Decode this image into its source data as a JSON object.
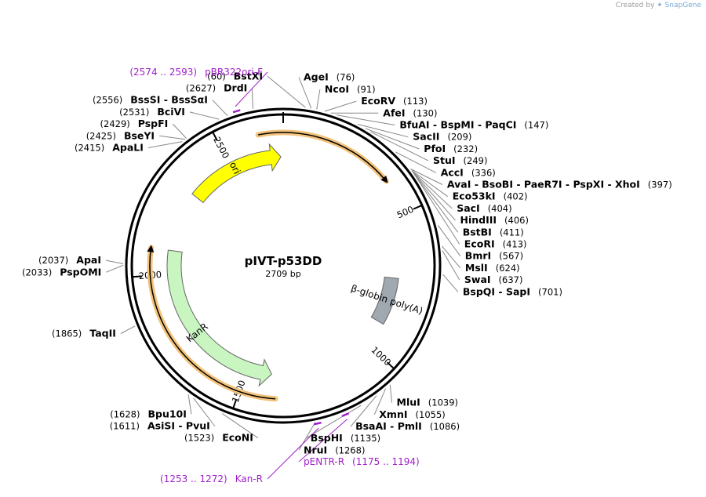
{
  "plasmid": {
    "name": "pIVT-p53DD",
    "size_label": "2709 bp",
    "length": 2709
  },
  "credit": {
    "prefix": "Created by",
    "brand": "SnapGene"
  },
  "ticks": [
    {
      "bp": 500,
      "label": "500"
    },
    {
      "bp": 1000,
      "label": "1000"
    },
    {
      "bp": 1500,
      "label": "1500"
    },
    {
      "bp": 2000,
      "label": "2000"
    },
    {
      "bp": 2500,
      "label": "2500"
    }
  ],
  "features": [
    {
      "name": "ori",
      "start": 2320,
      "end": 2700,
      "direction": "forward",
      "color": "#ffff00"
    },
    {
      "name": "β-globin poly(A)",
      "start": 725,
      "end": 905,
      "direction": "none",
      "color": "#a0a8b0"
    },
    {
      "name": "KanR",
      "start": 1400,
      "end": 2090,
      "direction": "reverse",
      "color": "#c8f5c0"
    }
  ],
  "orfs": [
    {
      "start": 2628,
      "end": 380
    },
    {
      "start": 1380,
      "end": 2090
    }
  ],
  "sites": {
    "right": [
      {
        "bp": 76,
        "text": "AgeI",
        "pos": "(76)"
      },
      {
        "bp": 91,
        "text": "NcoI",
        "pos": "(91)"
      },
      {
        "bp": 113,
        "text": "EcoRV",
        "pos": "(113)"
      },
      {
        "bp": 130,
        "text": "AfeI",
        "pos": "(130)"
      },
      {
        "bp": 147,
        "text": "BfuAI - BspMI - PaqCI",
        "pos": "(147)"
      },
      {
        "bp": 209,
        "text": "SacII",
        "pos": "(209)"
      },
      {
        "bp": 232,
        "text": "PfoI",
        "pos": "(232)"
      },
      {
        "bp": 249,
        "text": "StuI",
        "pos": "(249)"
      },
      {
        "bp": 336,
        "text": "AccI",
        "pos": "(336)"
      },
      {
        "bp": 397,
        "text": "AvaI - BsoBI - PaeR7I - PspXI - XhoI",
        "pos": "(397)"
      },
      {
        "bp": 402,
        "text": "Eco53kI",
        "pos": "(402)"
      },
      {
        "bp": 404,
        "text": "SacI",
        "pos": "(404)"
      },
      {
        "bp": 406,
        "text": "HindIII",
        "pos": "(406)"
      },
      {
        "bp": 411,
        "text": "BstBI",
        "pos": "(411)"
      },
      {
        "bp": 413,
        "text": "EcoRI",
        "pos": "(413)"
      },
      {
        "bp": 567,
        "text": "BmrI",
        "pos": "(567)"
      },
      {
        "bp": 624,
        "text": "MslI",
        "pos": "(624)"
      },
      {
        "bp": 637,
        "text": "SwaI",
        "pos": "(637)"
      },
      {
        "bp": 701,
        "text": "BspQI - SapI",
        "pos": "(701)"
      },
      {
        "bp": 1039,
        "text": "MluI",
        "pos": "(1039)"
      },
      {
        "bp": 1055,
        "text": "XmnI",
        "pos": "(1055)"
      },
      {
        "bp": 1086,
        "text": "BsaAI - PmlI",
        "pos": "(1086)"
      },
      {
        "bp": 1135,
        "text": "BspHI",
        "pos": "(1135)"
      },
      {
        "bp": 1268,
        "text": "NruI",
        "pos": "(1268)"
      }
    ],
    "left": [
      {
        "bp": 60,
        "text": "BstXI",
        "pos": "(60)"
      },
      {
        "bp": 2627,
        "text": "DrdI",
        "pos": "(2627)"
      },
      {
        "bp": 2556,
        "text": "BssSI - BssSαI",
        "pos": "(2556)"
      },
      {
        "bp": 2531,
        "text": "BciVI",
        "pos": "(2531)"
      },
      {
        "bp": 2429,
        "text": "PspFI",
        "pos": "(2429)"
      },
      {
        "bp": 2425,
        "text": "BseYI",
        "pos": "(2425)"
      },
      {
        "bp": 2415,
        "text": "ApaLI",
        "pos": "(2415)"
      },
      {
        "bp": 2037,
        "text": "ApaI",
        "pos": "(2037)"
      },
      {
        "bp": 2033,
        "text": "PspOMI",
        "pos": "(2033)"
      },
      {
        "bp": 1865,
        "text": "TaqII",
        "pos": "(1865)"
      },
      {
        "bp": 1628,
        "text": "Bpu10I",
        "pos": "(1628)"
      },
      {
        "bp": 1611,
        "text": "AsiSI - PvuI",
        "pos": "(1611)"
      },
      {
        "bp": 1523,
        "text": "EcoNI",
        "pos": "(1523)"
      }
    ]
  },
  "primers": [
    {
      "bp": 2583,
      "name": "pBR322ori-F",
      "range": "(2574 .. 2593)",
      "side": "left"
    },
    {
      "bp": 1184,
      "name": "pENTR-R",
      "range": "(1175 .. 1194)",
      "side": "right"
    },
    {
      "bp": 1262,
      "name": "Kan-R",
      "range": "(1253 .. 1272)",
      "side": "left"
    }
  ],
  "colors": {
    "backbone": "#000000",
    "primer": "#a020c8",
    "orf_glow": "#f2c27a",
    "leader": "#888888"
  }
}
